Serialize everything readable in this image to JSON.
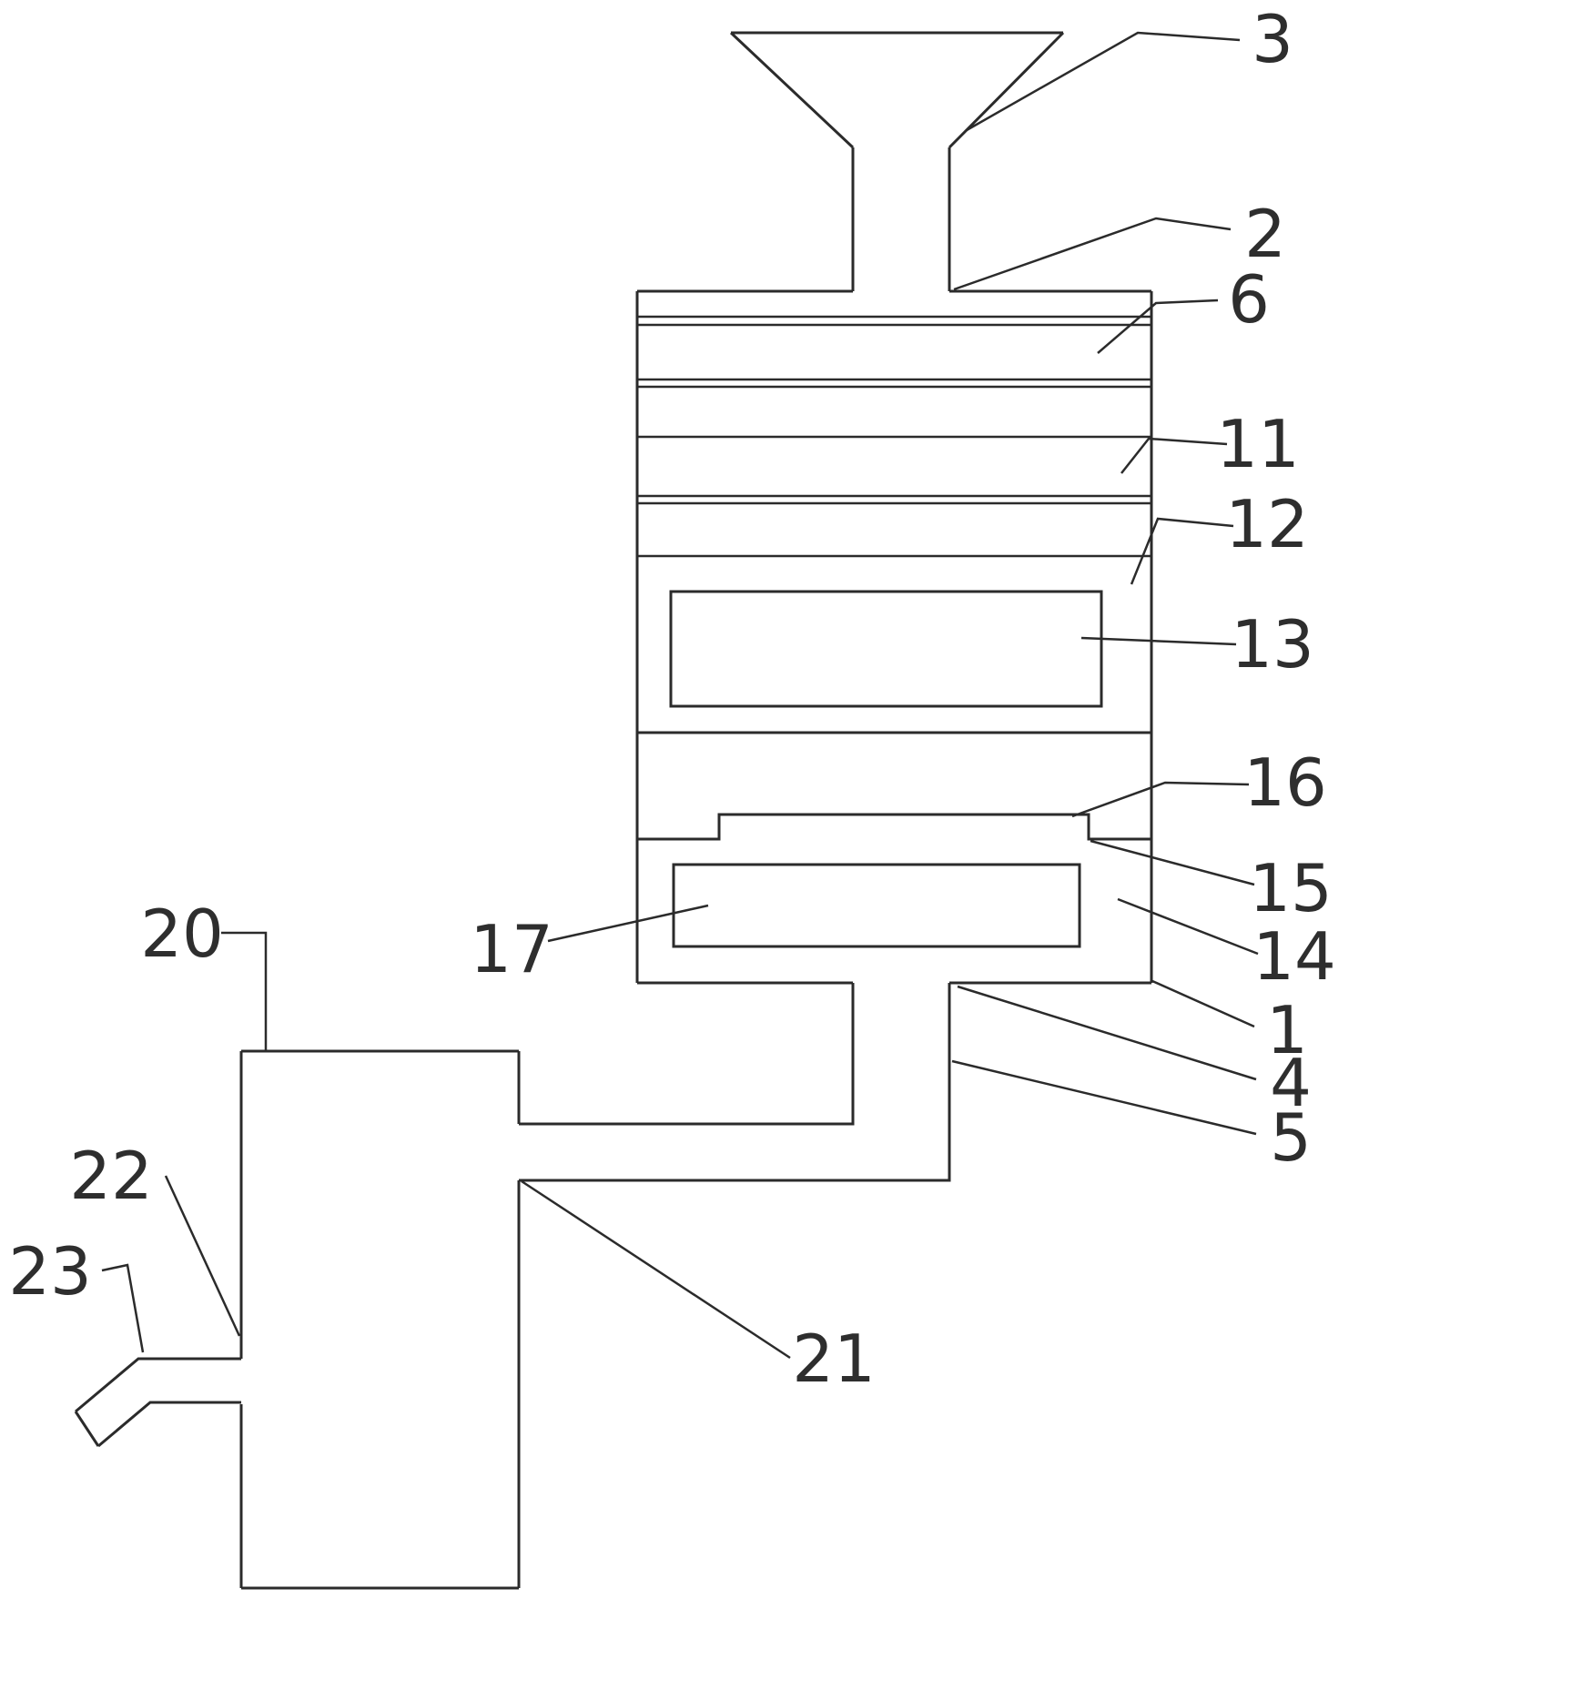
{
  "diagram": {
    "type": "patent-line-drawing",
    "background_color": "#ffffff",
    "line_color": "#2b2b2b",
    "labels": {
      "l1": {
        "text": "1"
      },
      "l2": {
        "text": "2"
      },
      "l3": {
        "text": "3"
      },
      "l4": {
        "text": "4"
      },
      "l5": {
        "text": "5"
      },
      "l6": {
        "text": "6"
      },
      "l11": {
        "text": "11"
      },
      "l12": {
        "text": "12"
      },
      "l13": {
        "text": "13"
      },
      "l14": {
        "text": "14"
      },
      "l15": {
        "text": "15"
      },
      "l16": {
        "text": "16"
      },
      "l17": {
        "text": "17"
      },
      "l20": {
        "text": "20"
      },
      "l21": {
        "text": "21"
      },
      "l22": {
        "text": "22"
      },
      "l23": {
        "text": "23"
      }
    }
  }
}
